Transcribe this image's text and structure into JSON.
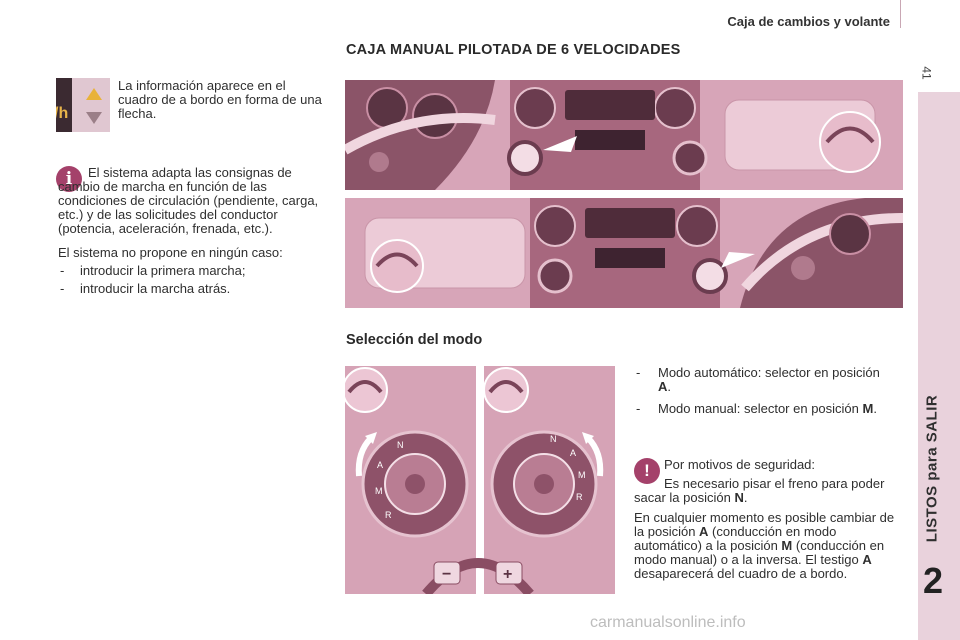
{
  "header": {
    "title": "Caja de cambios y volante",
    "page_number": "41"
  },
  "sidebar": {
    "label": "LISTOS para SALIR",
    "chapter": "2"
  },
  "section_title": "CAJA MANUAL PILOTADA DE 6 VELOCIDADES",
  "left_column": {
    "indicator_text": "La información aparece en el cuadro de a bordo en forma de una flecha.",
    "indicator_fragment": "/h",
    "info_icon_glyph": "i",
    "info_text": "El sistema adapta las consignas de cambio de marcha en función de las condiciones de circulación (pendiente, carga, etc.) y de las solicitudes del conductor (potencia, aceleración, frenada, etc.).",
    "never_intro": "El sistema no propone en ningún caso:",
    "never_items": [
      "introducir la primera marcha;",
      "introducir la marcha atrás."
    ]
  },
  "subsection_title": "Selección del modo",
  "mode_items": [
    {
      "text": "Modo automático: selector en posición ",
      "bold": "A",
      "end": "."
    },
    {
      "text": "Modo manual: selector en posición ",
      "bold": "M",
      "end": "."
    }
  ],
  "safety": {
    "icon_glyph": "!",
    "line1": "Por motivos de seguridad:",
    "line2_pre": "Es necesario pisar el freno para poder sacar la posición ",
    "line2_bold": "N",
    "line2_end": ".",
    "p2_a": "En cualquier momento es posible cambiar de la posición ",
    "p2_b1": "A",
    "p2_c": " (conducción en modo automático) a la posición ",
    "p2_b2": "M",
    "p2_d": " (conducción en modo manual) o a la inversa. El testigo ",
    "p2_b3": "A",
    "p2_e": " desaparecerá del cuadro de a bordo."
  },
  "dial_letters": [
    "A",
    "N",
    "M",
    "R"
  ],
  "paddle_signs": [
    "−",
    "+"
  ],
  "watermark": "carmanualsonline.info",
  "colors": {
    "accent": "#a4416a",
    "sidebar": "#e9d2dc",
    "photo_pink": "#d9a9bb"
  }
}
